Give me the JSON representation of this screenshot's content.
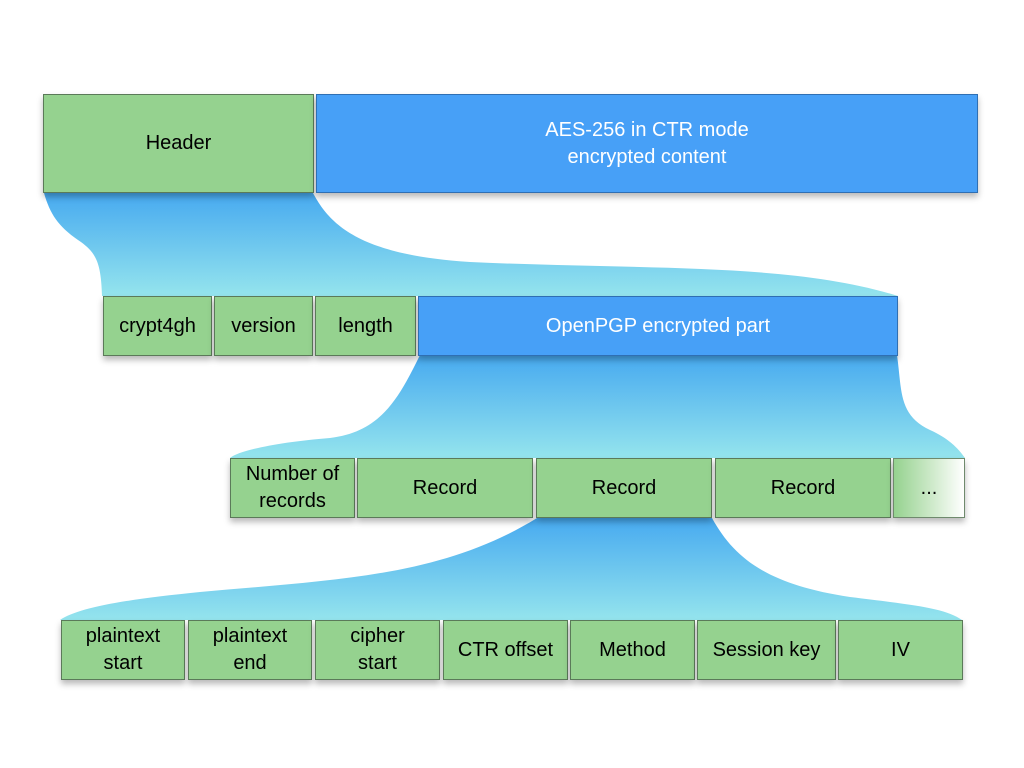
{
  "colors": {
    "green_box": "#95d28f",
    "blue_box": "#47a0f7",
    "funnel_top": "#3da5ef",
    "funnel_bottom": "#8fe3ec"
  },
  "row1": {
    "header": "Header",
    "content": "AES-256 in CTR mode\nencrypted content"
  },
  "row2": {
    "magic": "crypt4gh",
    "version": "version",
    "length": "length",
    "openpgp": "OpenPGP encrypted part"
  },
  "row3": {
    "count": "Number of\nrecords",
    "record_1": "Record",
    "record_2": "Record",
    "record_3": "Record",
    "more": "..."
  },
  "row4": {
    "plaintext_start": "plaintext\nstart",
    "plaintext_end": "plaintext\nend",
    "cipher_start": "cipher\nstart",
    "ctr_offset": "CTR offset",
    "method": "Method",
    "session_key": "Session key",
    "iv": "IV"
  }
}
